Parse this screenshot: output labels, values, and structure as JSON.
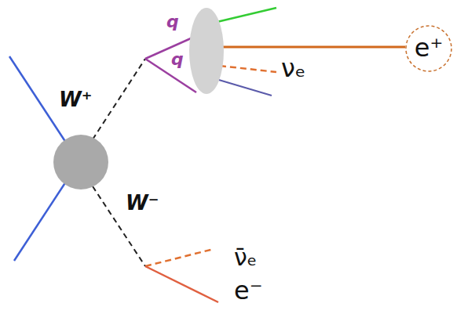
{
  "diagram": {
    "nodes": [
      {
        "text": [
          "e⁺"
        ]
      }
    ],
    "labels": [
      "W⁺",
      "q",
      "q",
      "νₑ",
      "W⁻",
      "ν̄ₑ",
      "e⁻"
    ]
  }
}
